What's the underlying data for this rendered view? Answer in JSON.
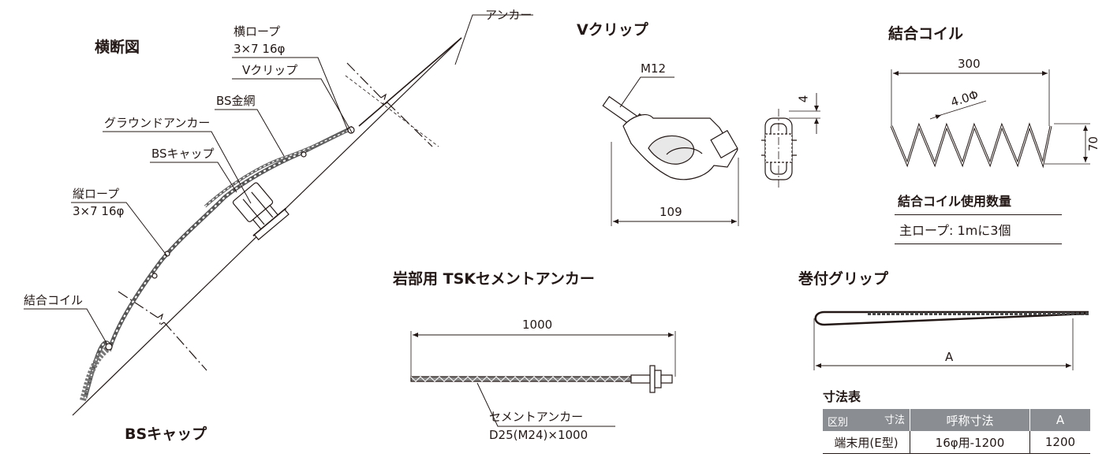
{
  "titles": {
    "cross_section": "横断図",
    "bs_cap": "BSキャップ",
    "v_clip": "Vクリップ",
    "coil": "結合コイル",
    "rock_anchor": "岩部用 TSKセメントアンカー",
    "wrap_grip": "巻付グリップ"
  },
  "labels": {
    "anchor": "アンカー",
    "h_rope": "横ロープ",
    "h_rope_spec": "3×7 16φ",
    "v_clip": "Vクリップ",
    "bs_net": "BS金網",
    "ground_anchor": "グラウンドアンカー",
    "bs_cap": "BSキャップ",
    "v_rope": "縦ロープ",
    "v_rope_spec": "3×7 16φ",
    "coil": "結合コイル",
    "cement_anchor": "セメントアンカー",
    "cement_anchor_spec": "D25(M24)×1000"
  },
  "dims": {
    "m12": "M12",
    "clip_thickness": "4",
    "clip_width": "109",
    "coil_length": "300",
    "coil_wire": "4.0Φ",
    "coil_height": "70",
    "anchor_length": "1000",
    "grip_length": "A"
  },
  "coil_usage": {
    "heading": "結合コイル使用数量",
    "row": "主ロープ: 1mに3個"
  },
  "dimension_table": {
    "caption": "寸法表",
    "corner_top": "寸法",
    "corner_bottom": "区別",
    "col1": "呼称寸法",
    "col2": "A",
    "row_label": "端末用(E型)",
    "row_nominal": "16φ用-1200",
    "row_a": "1200"
  }
}
